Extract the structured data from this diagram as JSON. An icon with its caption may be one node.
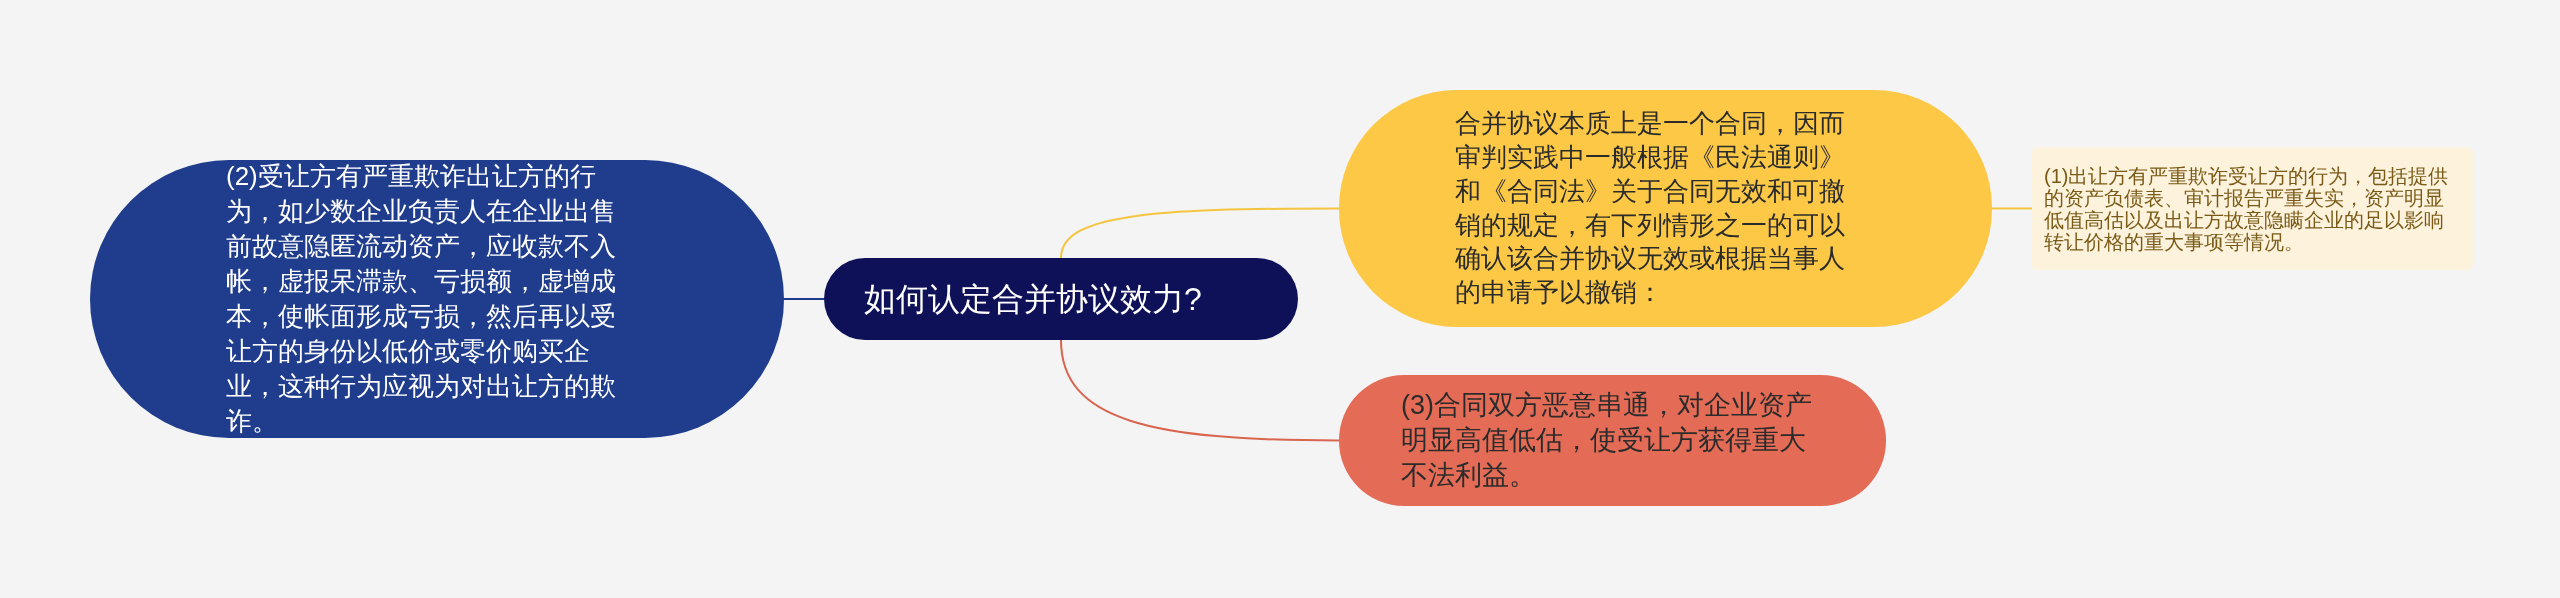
{
  "diagram": {
    "nodes": [
      {
        "text": [
          "如何认定合并协议效力?"
        ]
      },
      {
        "text": [
          "合并协议本质上是一个合同，因而审判实践中一般根据《民法通则》和《合同法》关于合同无效和可撤销的规定，有下列情形之一的可以确认该合并协议无效或根据当事人的申请予以撤销："
        ]
      },
      {
        "text": [
          "(1)出让方有严重欺诈受让方的行为，包括提供的资产负债表、审计报告严重失实，资产明显低值高估以及出让方故意隐瞒企业的足以影响转让价格的重大事项等情况。"
        ]
      },
      {
        "text": [
          "(3)合同双方恶意串通，对企业资产明显高值低估，使受让方获得重大不法利益。"
        ]
      },
      {
        "text": [
          "(2)受让方有严重欺诈出让方的行为，如少数企业负责人在企业出售前故意隐匿流动资产，应收款不入帐，虚报呆滞款、亏损额，虚增成本，使帐面形成亏损，然后再以受让方的身份以低价或零价购买企业，这种行为应视为对出让方的欺诈。"
        ]
      }
    ],
    "edges": [
      {
        "from": 0,
        "to": 1,
        "arrow": "none",
        "color": "#f5c542"
      },
      {
        "from": 1,
        "to": 2,
        "arrow": "none",
        "color": "#f5c542"
      },
      {
        "from": 0,
        "to": 3,
        "arrow": "none",
        "color": "#d9654f"
      },
      {
        "from": 0,
        "to": 4,
        "arrow": "none",
        "color": "#1f3d8c"
      }
    ]
  }
}
